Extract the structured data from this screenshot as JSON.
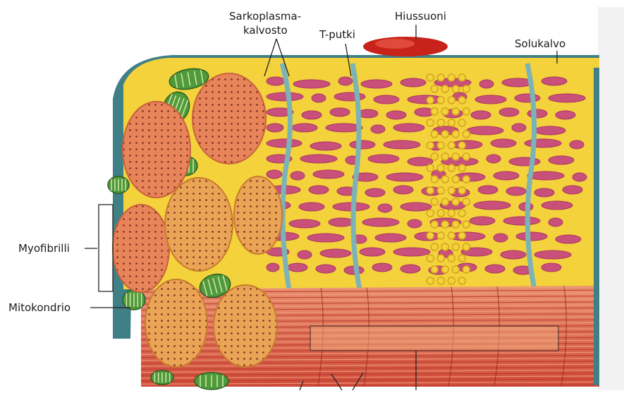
{
  "labels": {
    "sarkoplasma_line1": "Sarkoplasma-",
    "sarkoplasma_line2": "kalvosto",
    "t_putki": "T-putki",
    "hiussuoni": "Hiussuoni",
    "solukalvo": "Solukalvo",
    "myofibrilli": "Myofibrilli",
    "mitokondrio": "Mitokondrio"
  },
  "colors": {
    "sarcoplasmic_reticulum": "#f3d23c",
    "myofibril": "#e8845a",
    "myofibril_dots": "#7a2a1e",
    "membrane": "#3f7f86",
    "t_tubule": "#7bb3b6",
    "capillary": "#d42a1c",
    "mitochondria": "#4f9a3a",
    "fibers": "#d9604a",
    "lumen": "#c9507a"
  }
}
